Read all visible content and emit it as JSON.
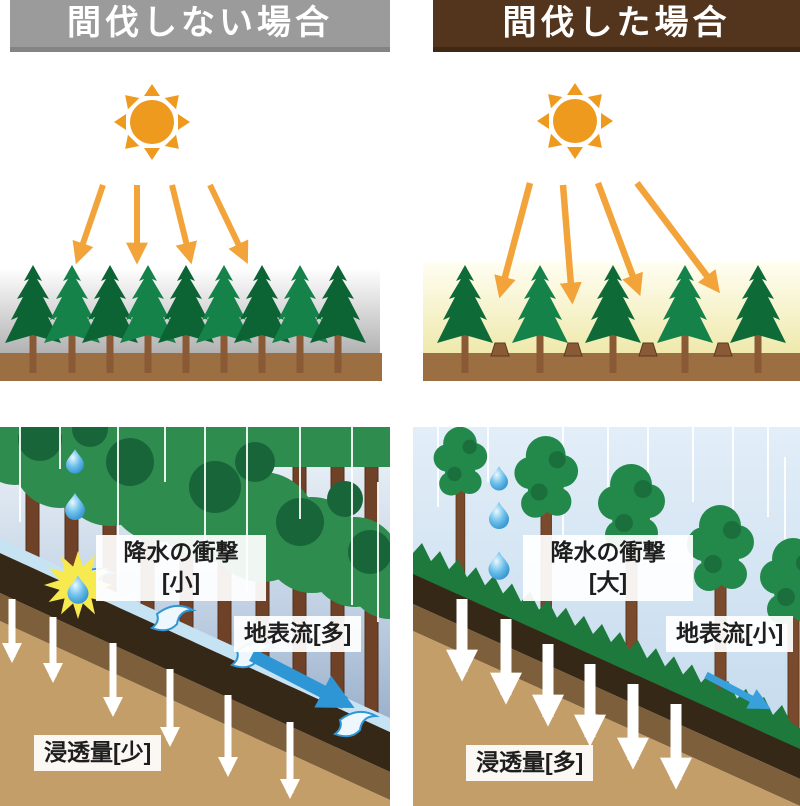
{
  "panels": {
    "no_thinning": {
      "header": "間伐しない場合",
      "impact_label_line1": "降水の衝撃",
      "impact_label_line2": "[小]",
      "surface_flow_label": "地表流[多]",
      "infiltration_label": "浸透量[少]"
    },
    "thinning": {
      "header": "間伐した場合",
      "impact_label_line1": "降水の衝撃",
      "impact_label_line2": "[大]",
      "surface_flow_label": "地表流[小]",
      "infiltration_label": "浸透量[多]"
    }
  },
  "icons": {
    "sun": "sun-icon",
    "sunlight_arrow": "sunlight-arrow-icon",
    "conifer_tree": "conifer-tree-icon",
    "broadleaf_tree": "broadleaf-tree-icon",
    "stump": "stump-icon",
    "raindrop": "raindrop-icon",
    "splash": "splash-starburst-icon",
    "runoff_arrow": "runoff-arrow-icon",
    "infiltration_arrow": "infiltration-arrow-icon"
  },
  "colors": {
    "header_left_bg": "#9b9b9b",
    "header_right_bg": "#53351d",
    "sun_orange": "#ee9a1f",
    "light_arrow_orange": "#f2a43a",
    "conifer_dark_green": "#0c6434",
    "conifer_green": "#15824a",
    "broadleaf_green": "#23894b",
    "canopy_green": "#2e8c4f",
    "grass_green": "#1d7a3c",
    "ground_strip_brown": "#9c6f42",
    "topsoil_dark": "#362817",
    "soil_mid": "#7d5f3b",
    "soil_light": "#c49e68",
    "stream_blue": "#2e96d4",
    "stream_light_blue": "#c6e3f4",
    "raindrop_blue": "#1c7fc4",
    "splash_yellow": "#f7ea4e",
    "sky_left": "#97abc7",
    "sky_right": "#cfe2f1"
  }
}
